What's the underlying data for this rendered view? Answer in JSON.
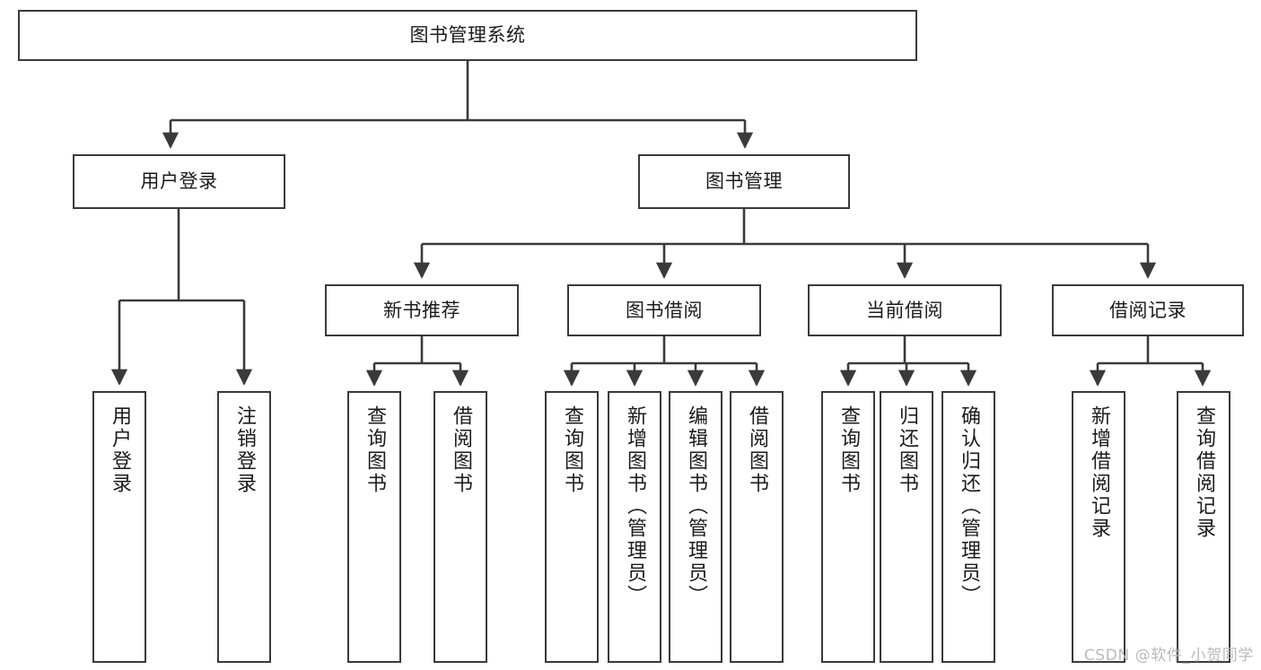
{
  "diagram": {
    "title": "图书管理系统",
    "watermark": "CSDN @软件_小贺同学",
    "line_color": "#3a3a3a",
    "text_color": "#1b1b1b",
    "background": "#ffffff",
    "root": {
      "label": "图书管理系统"
    },
    "level2": [
      {
        "label": "用户登录"
      },
      {
        "label": "图书管理"
      }
    ],
    "level3": [
      {
        "label": "新书推荐"
      },
      {
        "label": "图书借阅"
      },
      {
        "label": "当前借阅"
      },
      {
        "label": "借阅记录"
      }
    ],
    "leaves": {
      "user_login": [
        {
          "label": "用户登录"
        },
        {
          "label": "注销登录"
        }
      ],
      "new_book": [
        {
          "label": "查询图书"
        },
        {
          "label": "借阅图书"
        }
      ],
      "book_borrow": [
        {
          "label": "查询图书"
        },
        {
          "label": "新增图书（管理员）"
        },
        {
          "label": "编辑图书（管理员）"
        },
        {
          "label": "借阅图书"
        }
      ],
      "current_borrow": [
        {
          "label": "查询图书"
        },
        {
          "label": "归还图书"
        },
        {
          "label": "确认归还（管理员）"
        }
      ],
      "borrow_record": [
        {
          "label": "新增借阅记录"
        },
        {
          "label": "查询借阅记录"
        }
      ]
    }
  }
}
